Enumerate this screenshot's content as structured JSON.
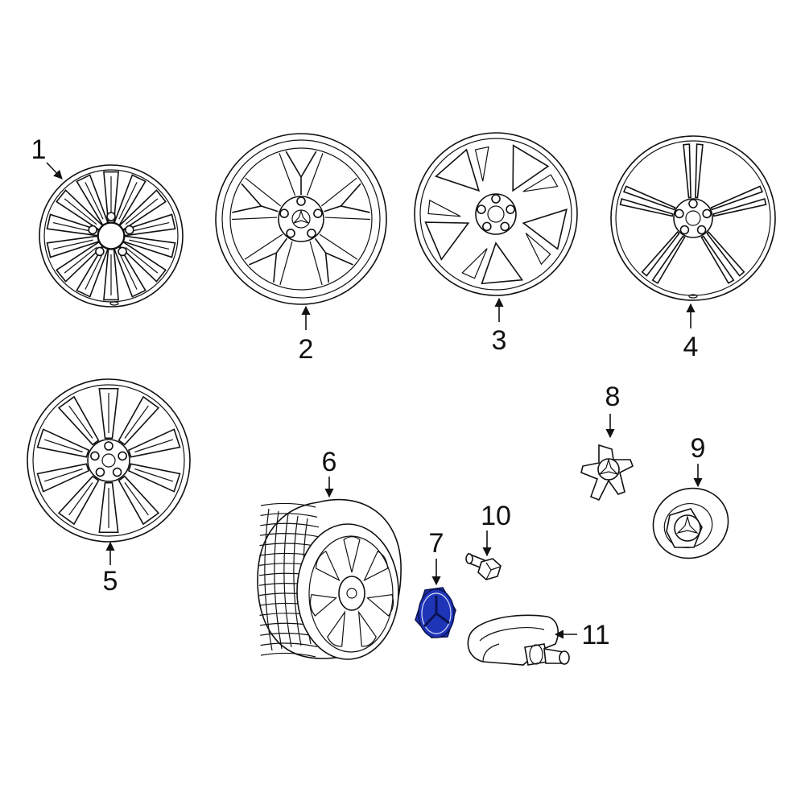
{
  "diagram": {
    "accent_color": "#1f35b8",
    "parts": [
      {
        "number": "1",
        "kind": "wheel",
        "icon": "multi-spoke-wheel-icon"
      },
      {
        "number": "2",
        "kind": "wheel",
        "icon": "y-spoke-wheel-icon"
      },
      {
        "number": "3",
        "kind": "wheel",
        "icon": "twin-spoke-wheel-icon"
      },
      {
        "number": "4",
        "kind": "wheel",
        "icon": "five-double-spoke-wheel-icon"
      },
      {
        "number": "5",
        "kind": "wheel",
        "icon": "ten-spoke-wheel-icon"
      },
      {
        "number": "6",
        "kind": "tire-and-wheel",
        "icon": "tire-icon"
      },
      {
        "number": "7",
        "kind": "center-cap",
        "icon": "center-cap-icon",
        "highlighted": true
      },
      {
        "number": "8",
        "kind": "center-cap-insert",
        "icon": "star-insert-icon"
      },
      {
        "number": "9",
        "kind": "center-cap-disc",
        "icon": "hub-cap-icon"
      },
      {
        "number": "10",
        "kind": "bolt",
        "icon": "wheel-bolt-icon"
      },
      {
        "number": "11",
        "kind": "tpms-sensor",
        "icon": "tpms-sensor-icon"
      }
    ]
  }
}
